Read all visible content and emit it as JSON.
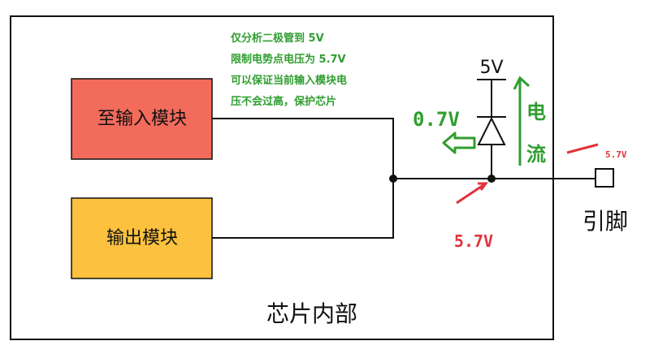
{
  "chip": {
    "label": "芯片内部"
  },
  "input_module": {
    "label": "至输入模块",
    "color": "#f26b5b"
  },
  "output_module": {
    "label": "输出模块",
    "color": "#fbc13f"
  },
  "pin": {
    "label": "引脚"
  },
  "supply": {
    "label": "5V"
  },
  "annotation": {
    "lines": [
      "仅分析二极管到 5V",
      "限制电势点电压为 5.7V",
      "可以保证当前输入模块电",
      "压不会过高，保护芯片"
    ],
    "color": "#2f9e2f"
  },
  "diode_drop": {
    "label": "0.7V"
  },
  "current": {
    "chars": [
      "电",
      "流"
    ]
  },
  "node_voltage": {
    "label": "5.7V",
    "color": "#e0333a"
  },
  "pin_voltage": {
    "label": "5.7V"
  }
}
